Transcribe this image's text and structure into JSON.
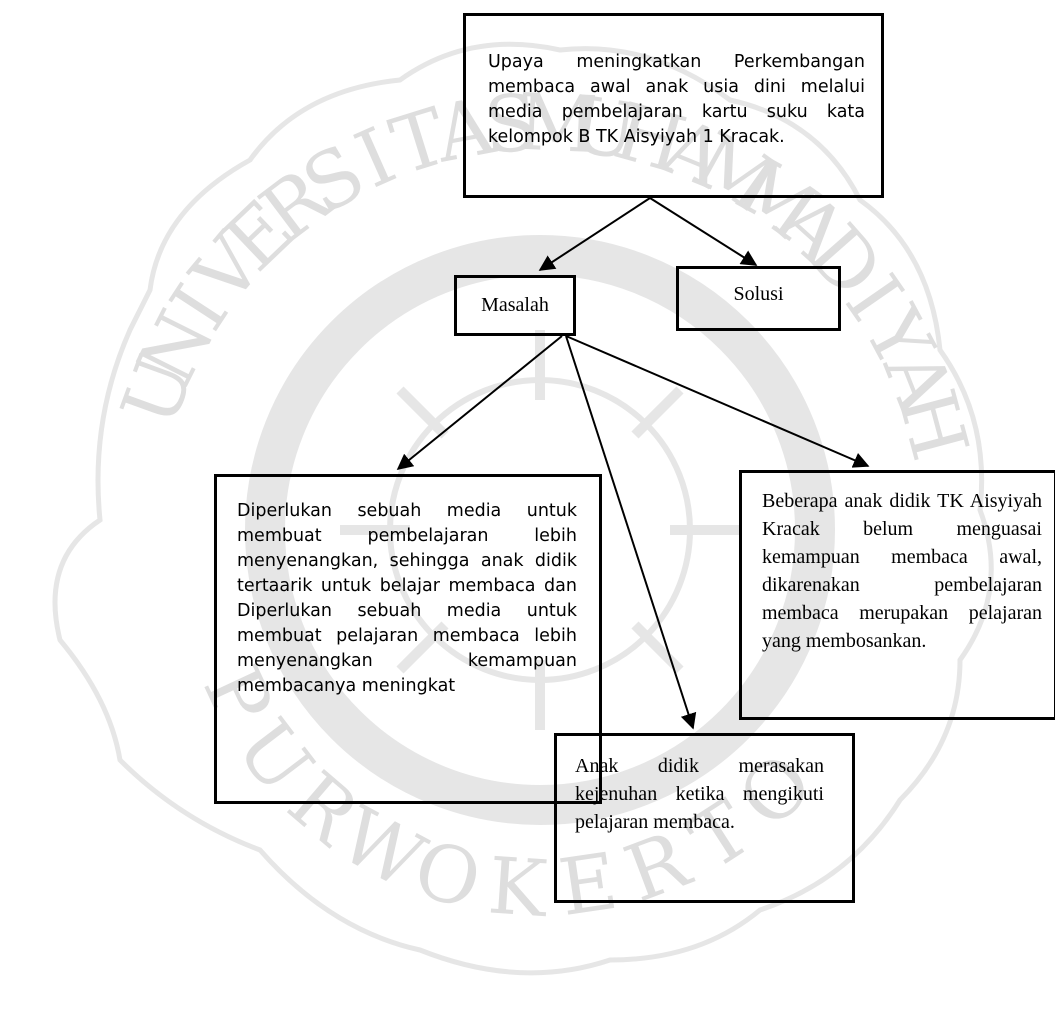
{
  "watermark": {
    "letters": [
      "U",
      "N",
      "I",
      "V",
      "E",
      "R",
      "S",
      "I",
      "T",
      "A",
      "S",
      "M",
      "U",
      "H",
      "A",
      "M",
      "M",
      "A",
      "D",
      "I",
      "Y",
      "A",
      "H",
      "P",
      "U",
      "R",
      "W",
      "O",
      "K",
      "E",
      "R",
      "T",
      "O"
    ]
  },
  "nodes": {
    "main": "Upaya meningkatkan Perkembangan membaca awal anak usia dini melalui media pembelajaran kartu suku kata kelompok B TK Aisyiyah 1 Kracak.",
    "masalah": "Masalah",
    "solusi": "Solusi",
    "need_media": "Diperlukan sebuah media untuk membuat pembelajaran lebih menyenangkan, sehingga anak didik tertaarik untuk belajar membaca dan Diperlukan sebuah media untuk membuat pelajaran membaca lebih menyenangkan kemampuan membacanya meningkat",
    "students_not_mastered": "Beberapa anak didik TK Aisyiyah Kracak belum menguasai kemampuan membaca awal, dikarenakan pembelajaran membaca merupakan pelajaran yang membosankan.",
    "students_bored": "Anak didik merasakan kejenuhan ketika mengikuti pelajaran membaca."
  }
}
